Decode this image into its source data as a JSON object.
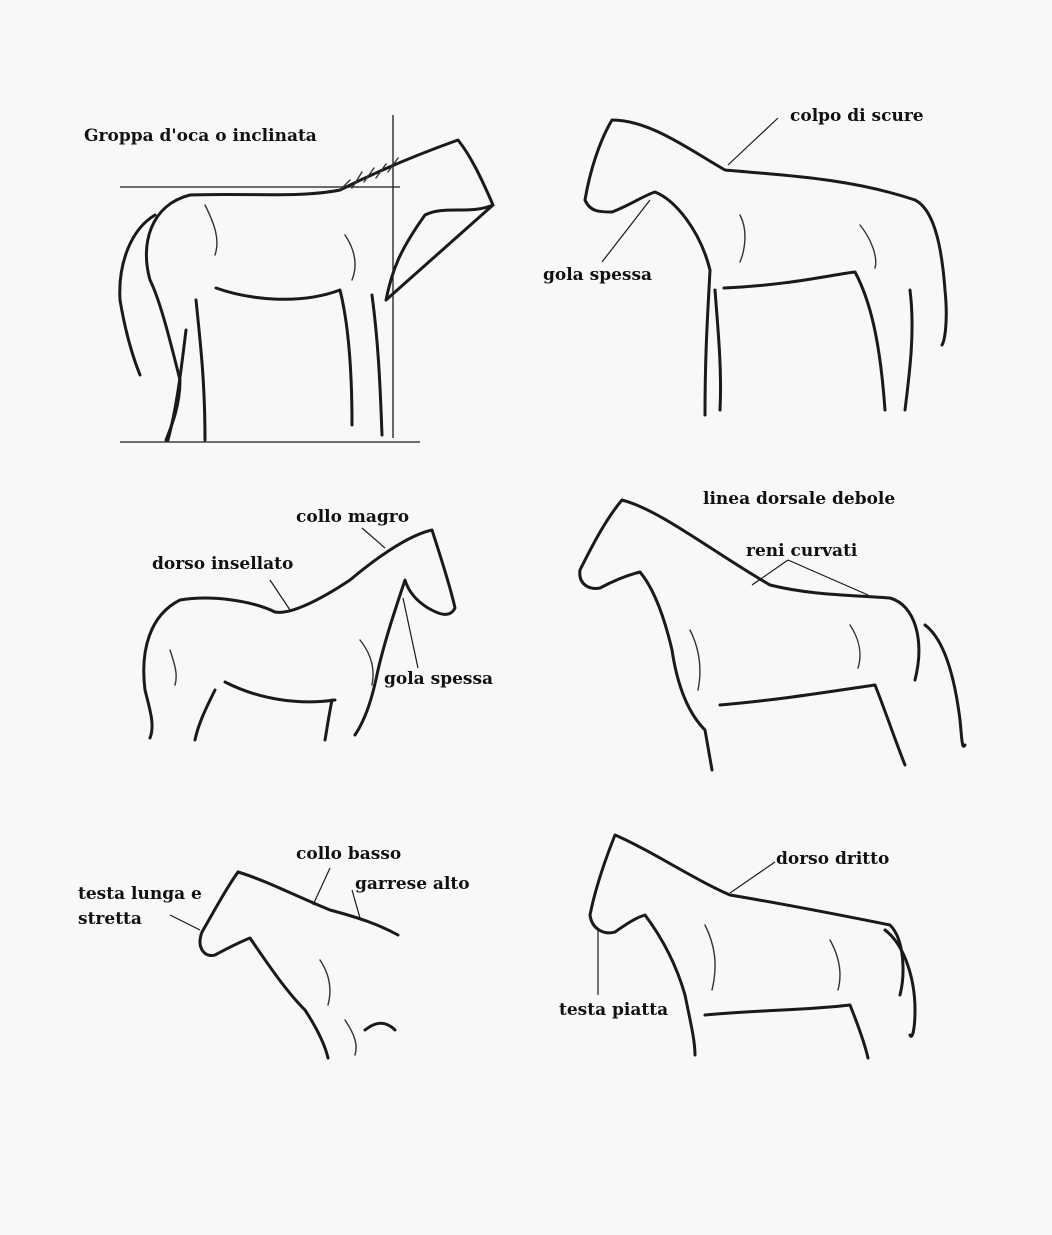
{
  "panels": [
    {
      "id": "sloped-croup",
      "labels": [
        "Groppa d'oca o inclinata"
      ]
    },
    {
      "id": "ewe-neck",
      "labels": [
        "colpo di scure",
        "gola spessa"
      ]
    },
    {
      "id": "sway-back",
      "labels": [
        "collo magro",
        "dorso insellato",
        "gola spessa"
      ]
    },
    {
      "id": "weak-topline",
      "labels": [
        "linea dorsale debole",
        "reni curvati"
      ]
    },
    {
      "id": "high-withers",
      "labels": [
        "collo basso",
        "garrese alto",
        "testa lunga e",
        "stretta"
      ]
    },
    {
      "id": "straight-back",
      "labels": [
        "dorso dritto",
        "testa piatta"
      ]
    }
  ],
  "colors": {
    "background": "#f8f8f6",
    "ink": "#1a1a1a"
  }
}
